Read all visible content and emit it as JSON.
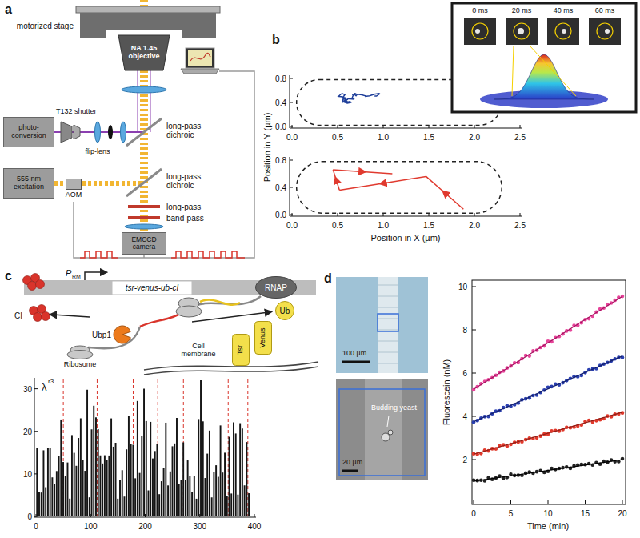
{
  "diagram": {
    "nodes": [
      {
        "text": [
          "NA 1.45 objective"
        ]
      },
      {
        "text": [
          "photo-conversion"
        ]
      },
      {
        "text": [
          "555 nm excitation"
        ]
      },
      {
        "text": [
          "AOM"
        ]
      },
      {
        "text": [
          "EMCCD camera"
        ]
      },
      {
        "text": [
          "RNAP"
        ]
      },
      {
        "text": [
          "tsr-venus-ub-cI"
        ]
      },
      {
        "text": [
          "Ubp1"
        ]
      },
      {
        "text": [
          "Ub"
        ]
      },
      {
        "text": [
          "Venus"
        ]
      },
      {
        "text": [
          "Tsr"
        ]
      },
      {
        "text": [
          "Ribosome"
        ]
      }
    ],
    "edges": [
      {
        "from": 2,
        "to": 3,
        "arrow": "none"
      },
      {
        "from": 0,
        "to": 4,
        "arrow": "none"
      }
    ],
    "labels": [
      "a",
      "motorized stage",
      "T132 shutter",
      "flip-lens",
      "long-pass dichroic",
      "long-pass dichroic",
      "long-pass",
      "band-pass",
      "b",
      "0.8",
      "0.4",
      "0.0",
      "0.0",
      "0.5",
      "1.0",
      "1.5",
      "2.0",
      "2.5",
      "0.8",
      "0.4",
      "0.0",
      "0.0",
      "0.5",
      "1.0",
      "1.5",
      "2.0",
      "2.5",
      "Position in Y (µm)",
      "Position in X (µm)",
      "0 ms",
      "20 ms",
      "40 ms",
      "60 ms",
      "c",
      "P",
      "RM",
      "CI",
      "Cell membrane",
      "λ",
      "r3",
      "30",
      "20",
      "10",
      "0",
      "0",
      "100",
      "200",
      "300",
      "400",
      "d",
      "100 µm",
      "Budding yeast",
      "20 µm",
      "10",
      "8",
      "6",
      "4",
      "2",
      "0",
      "5",
      "10",
      "15",
      "20",
      "Fluorescein (nM)",
      "Time (min)"
    ]
  }
}
